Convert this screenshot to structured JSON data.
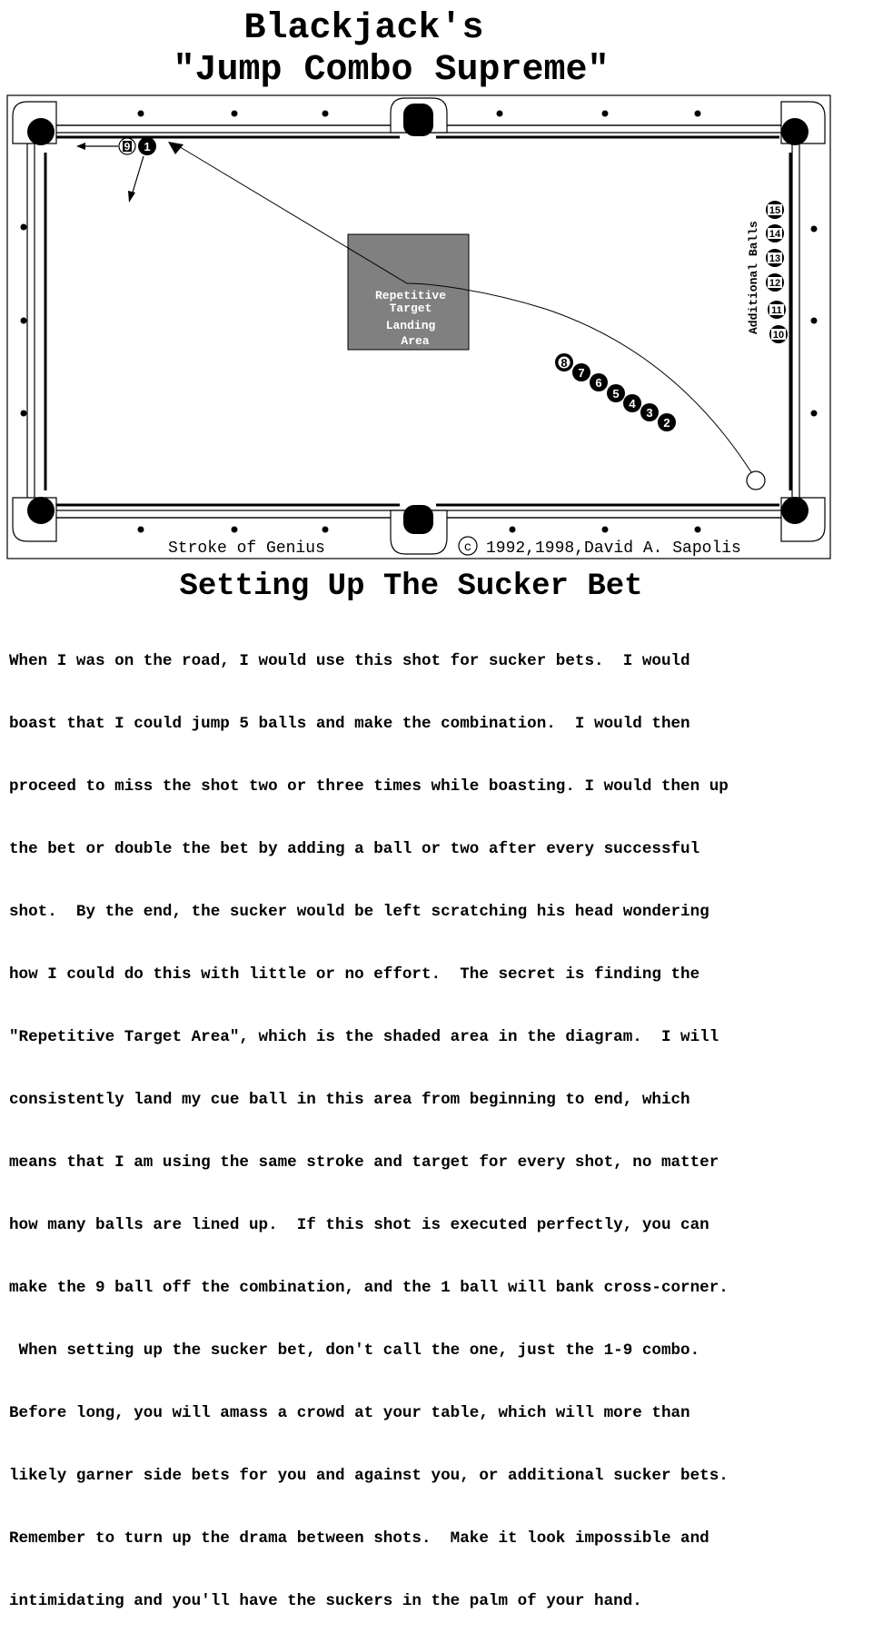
{
  "title": {
    "line1": "Blackjack's",
    "line2": "\"Jump Combo Supreme\""
  },
  "diagram": {
    "shaded_area_label": [
      "Repetitive",
      "Target",
      "Landing",
      "Area"
    ],
    "side_label": "Additional Balls",
    "footer_left": "Stroke of Genius",
    "copyright_symbol": "c",
    "footer_right": "1992,1998,David A. Sapolis",
    "target_balls": [
      "9",
      "1"
    ],
    "combo_balls": [
      "8",
      "7",
      "6",
      "5",
      "4",
      "3",
      "2"
    ],
    "additional_balls": [
      "15",
      "14",
      "13",
      "12",
      "11",
      "10"
    ],
    "colors": {
      "shaded_area": "#808080",
      "ball": "#000000",
      "background": "#ffffff"
    }
  },
  "section": {
    "heading": "Setting Up The Sucker Bet",
    "lines": [
      "When I was on the road, I would use this shot for sucker bets.  I would",
      "boast that I could jump 5 balls and make the combination.  I would then",
      "proceed to miss the shot two or three times while boasting. I would then up",
      "the bet or double the bet by adding a ball or two after every successful",
      "shot.  By the end, the sucker would be left scratching his head wondering",
      "how I could do this with little or no effort.  The secret is finding the",
      "\"Repetitive Target Area\", which is the shaded area in the diagram.  I will",
      "consistently land my cue ball in this area from beginning to end, which",
      "means that I am using the same stroke and target for every shot, no matter",
      "how many balls are lined up.  If this shot is executed perfectly, you can",
      "make the 9 ball off the combination, and the 1 ball will bank cross-corner.",
      " When setting up the sucker bet, don't call the one, just the 1-9 combo.",
      "Before long, you will amass a crowd at your table, which will more than",
      "likely garner side bets for you and against you, or additional sucker bets.",
      "Remember to turn up the drama between shots.  Make it look impossible and",
      "intimidating and you'll have the suckers in the palm of your hand."
    ]
  }
}
